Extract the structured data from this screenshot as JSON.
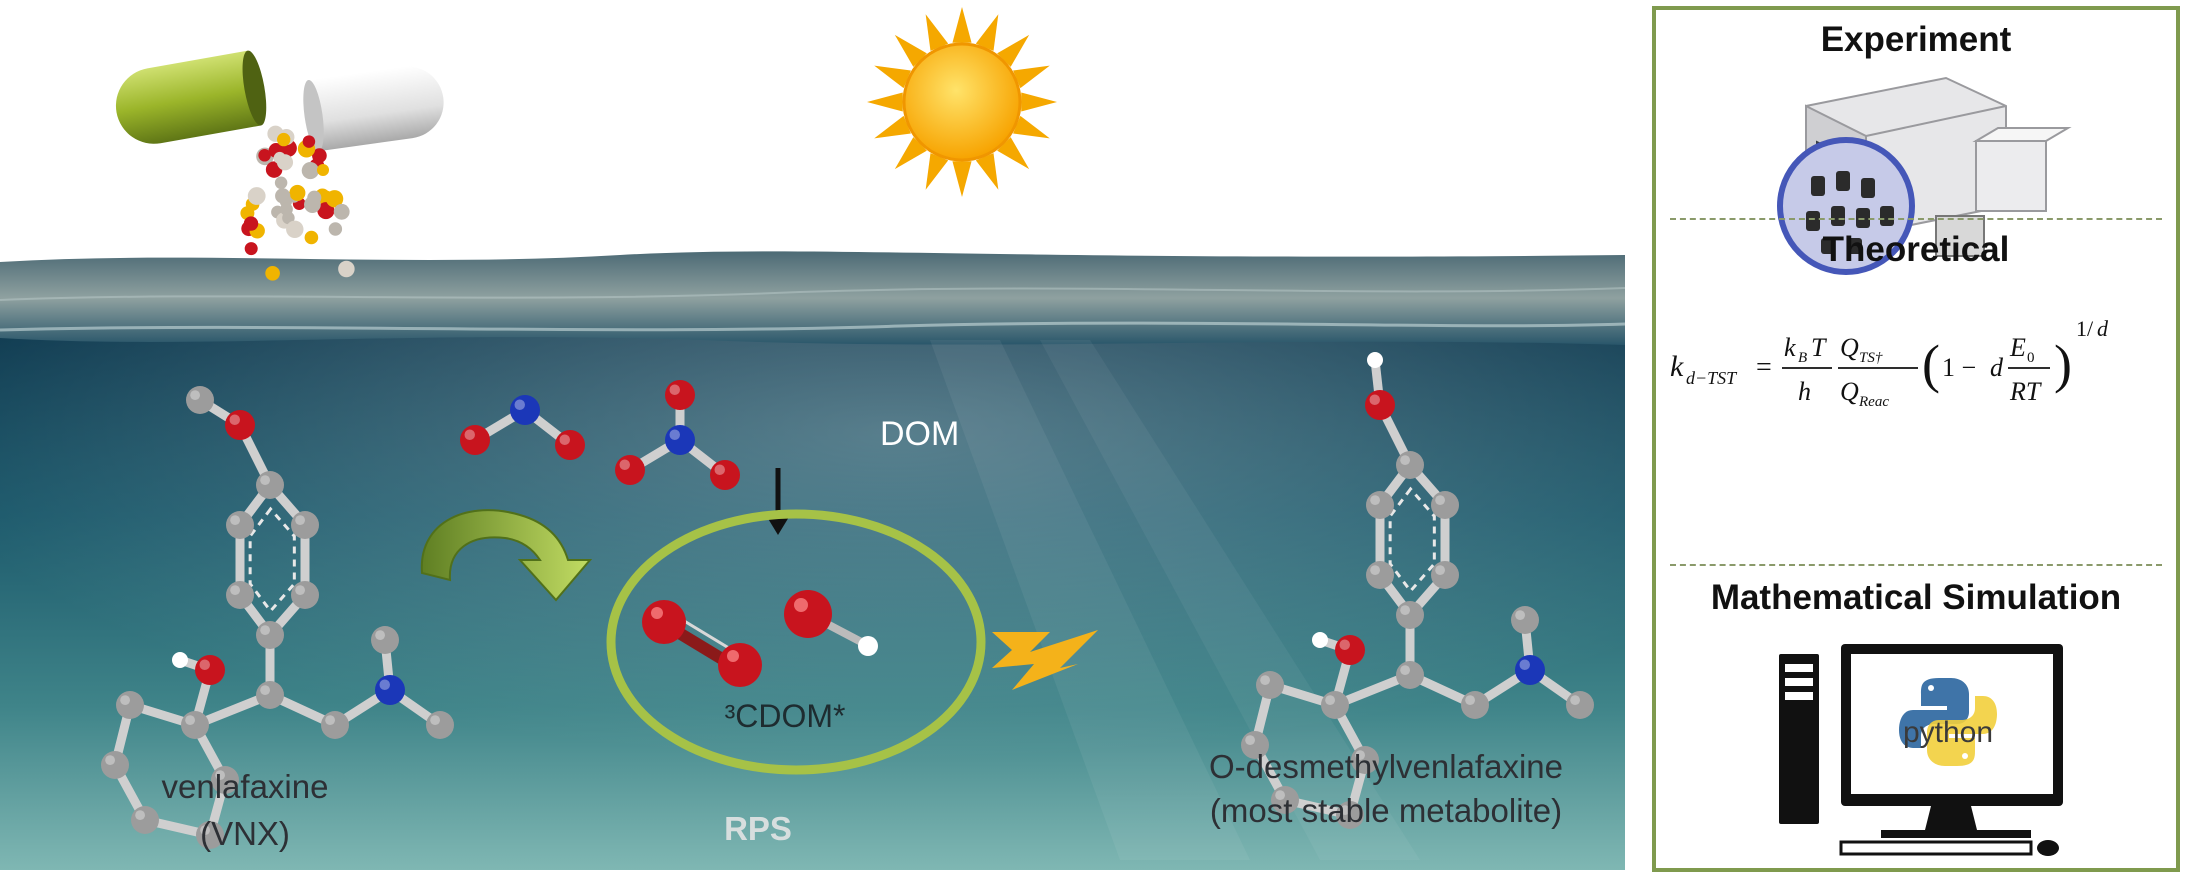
{
  "scene": {
    "molecule_left": {
      "name": "venlafaxine",
      "abbr": "(VNX)"
    },
    "dom_label": "DOM",
    "cdom_label": "³CDOM*",
    "rps_label": "RPS",
    "molecule_right": {
      "name": "O-desmethylvenlafaxine",
      "note": "(most stable metabolite)"
    }
  },
  "panel": {
    "experiment_title": "Experiment",
    "theoretical_title": "Theoretical",
    "simulation_title": "Mathematical Simulation",
    "python_label": "python"
  },
  "colors": {
    "water_deep": "#0f3a50",
    "water_light": "#5f9fa3",
    "oxygen": "#c8141e",
    "nitrogen": "#1b37b8",
    "carbon": "#9c9c9c",
    "ring_green": "#a6c247",
    "panel_border": "#7f9a4e",
    "lightning": "#f4b21a"
  }
}
